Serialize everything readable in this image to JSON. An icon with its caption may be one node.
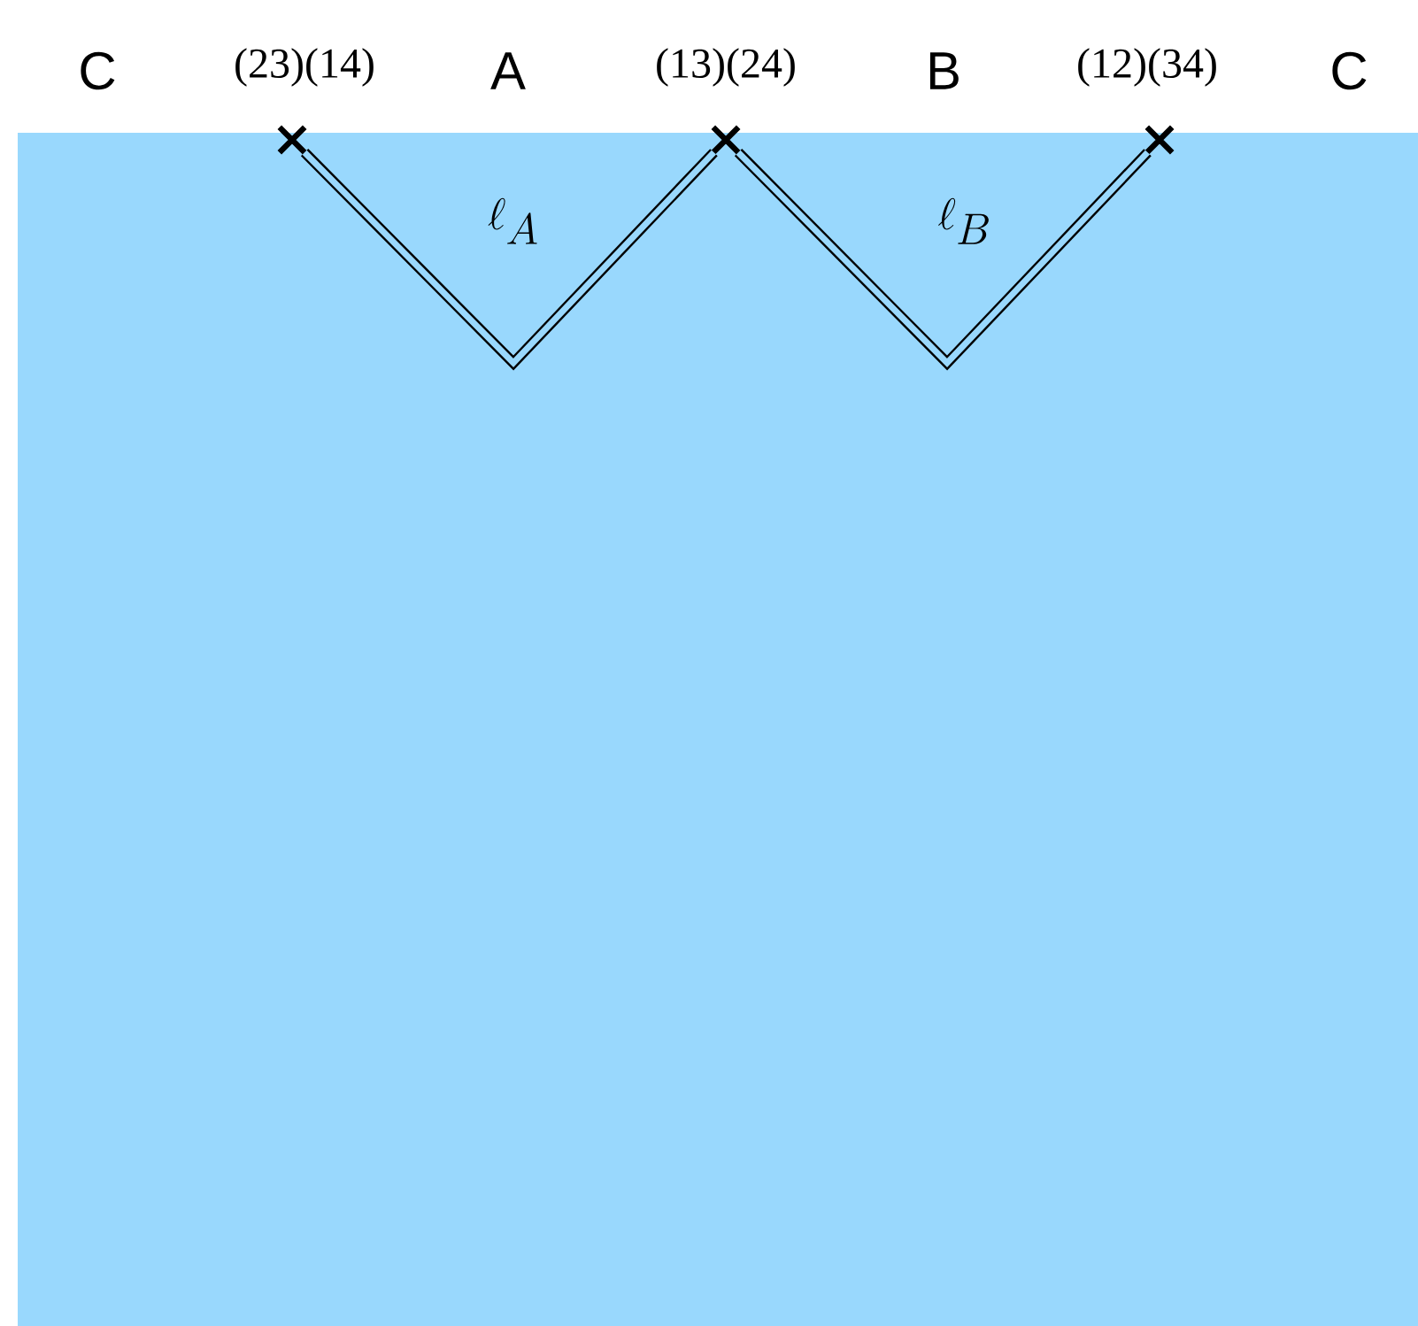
{
  "diagram": {
    "nodes": [
      {
        "text": [],
        "shape": "cross",
        "beside": [
          "(23)(14)"
        ]
      },
      {
        "text": [],
        "shape": "cross",
        "beside": [
          "(13)(24)"
        ]
      },
      {
        "text": [],
        "shape": "cross",
        "beside": [
          "(12)(34)"
        ]
      }
    ],
    "edges": [
      {
        "from": 0,
        "to": 1,
        "arrow": "none",
        "label": "\\ell_A"
      },
      {
        "from": 1,
        "to": 2,
        "arrow": "none",
        "label": "\\ell_B"
      }
    ],
    "labels": [
      "C",
      "A",
      "B",
      "C"
    ]
  }
}
